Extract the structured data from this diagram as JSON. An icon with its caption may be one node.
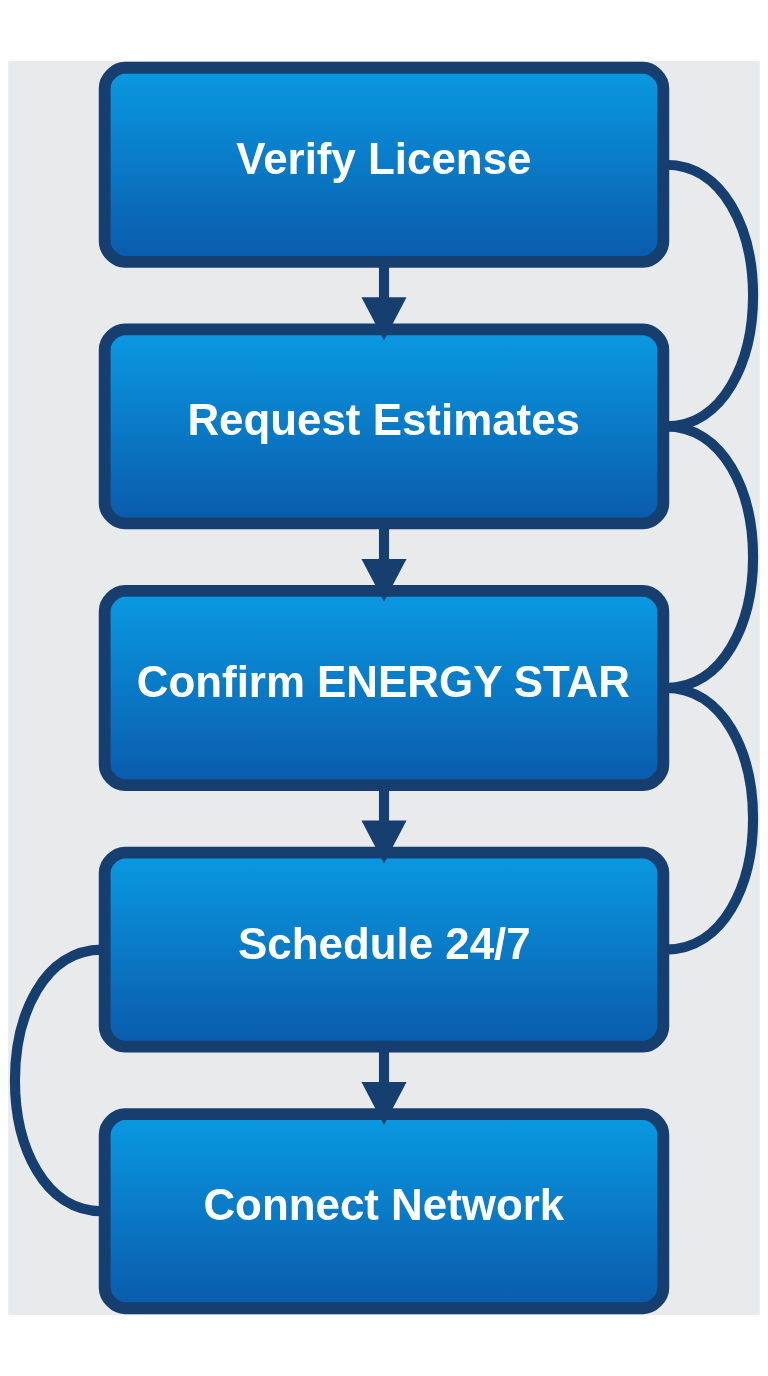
{
  "diagram": {
    "nodes": [
      {
        "text": [
          "Verify License"
        ]
      },
      {
        "text": [
          "Request Estimates"
        ]
      },
      {
        "text": [
          "Confirm ENERGY STAR"
        ]
      },
      {
        "text": [
          "Schedule 24/7"
        ]
      },
      {
        "text": [
          "Connect Network"
        ]
      }
    ],
    "edges": [
      {
        "from": 0,
        "to": 1,
        "arrow": "to"
      },
      {
        "from": 1,
        "to": 2,
        "arrow": "to"
      },
      {
        "from": 2,
        "to": 3,
        "arrow": "to"
      },
      {
        "from": 3,
        "to": 4,
        "arrow": "to"
      },
      {
        "from": 0,
        "to": 1,
        "arrow": "none"
      },
      {
        "from": 1,
        "to": 2,
        "arrow": "none"
      },
      {
        "from": 2,
        "to": 3,
        "arrow": "none"
      },
      {
        "from": 3,
        "to": 4,
        "arrow": "none"
      }
    ]
  }
}
